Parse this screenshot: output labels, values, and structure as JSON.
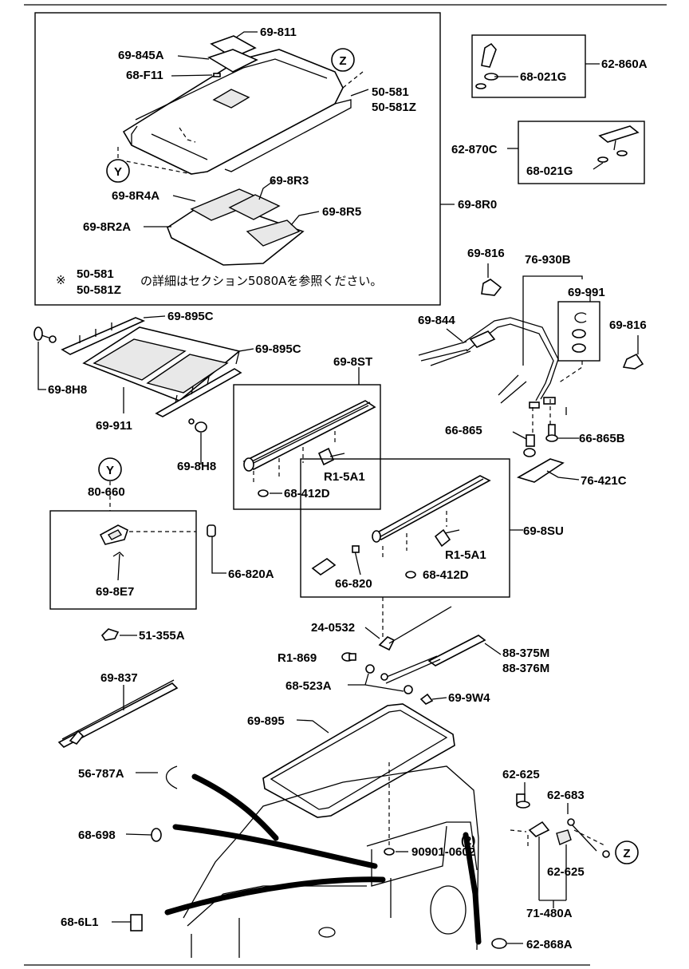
{
  "callouts": {
    "c69_811": "69-811",
    "c69_845A": "69-845A",
    "c68_F11": "68-F11",
    "c50_581": "50-581",
    "c50_581Z": "50-581Z",
    "c69_8R3": "69-8R3",
    "c69_8R4A": "69-8R4A",
    "c69_8R5": "69-8R5",
    "c69_8R2A": "69-8R2A",
    "c69_8R0": "69-8R0",
    "c62_860A": "62-860A",
    "c68_021G_a": "68-021G",
    "c62_870C": "62-870C",
    "c68_021G_b": "68-021G",
    "c69_895C_a": "69-895C",
    "c69_895C_b": "69-895C",
    "c69_8H8_a": "69-8H8",
    "c69_911": "69-911",
    "c69_8H8_b": "69-8H8",
    "c69_816_a": "69-816",
    "c76_930B": "76-930B",
    "c69_991": "69-991",
    "c69_844": "69-844",
    "c69_816_b": "69-816",
    "c69_8ST": "69-8ST",
    "cR1_5A1_a": "R1-5A1",
    "c68_412D_a": "68-412D",
    "c66_865": "66-865",
    "c66_865B": "66-865B",
    "c76_421C": "76-421C",
    "c80_660": "80-660",
    "c66_820A": "66-820A",
    "c69_8E7": "69-8E7",
    "c69_8SU": "69-8SU",
    "cR1_5A1_b": "R1-5A1",
    "c66_820": "66-820",
    "c68_412D_b": "68-412D",
    "c51_355A": "51-355A",
    "c24_0532": "24-0532",
    "cR1_869": "R1-869",
    "c88_375M": "88-375M",
    "c88_376M": "88-376M",
    "c68_523A": "68-523A",
    "c69_9W4": "69-9W4",
    "c69_837": "69-837",
    "c69_895": "69-895",
    "c56_787A": "56-787A",
    "c62_625_a": "62-625",
    "c62_683": "62-683",
    "c68_698": "68-698",
    "c90901_0602": "90901-0602",
    "cQty2": "(2)",
    "c62_625_b": "62-625",
    "c68_6L1": "68-6L1",
    "c71_480A": "71-480A",
    "c62_868A": "62-868A"
  },
  "markers": {
    "z_top": "Z",
    "y_top": "Y",
    "y_mid": "Y",
    "z_bottom": "Z"
  },
  "note": {
    "symbol": "※",
    "ref1": "50-581",
    "ref2": "50-581Z",
    "text": "の詳細はセクション5080Aを参照ください。"
  }
}
